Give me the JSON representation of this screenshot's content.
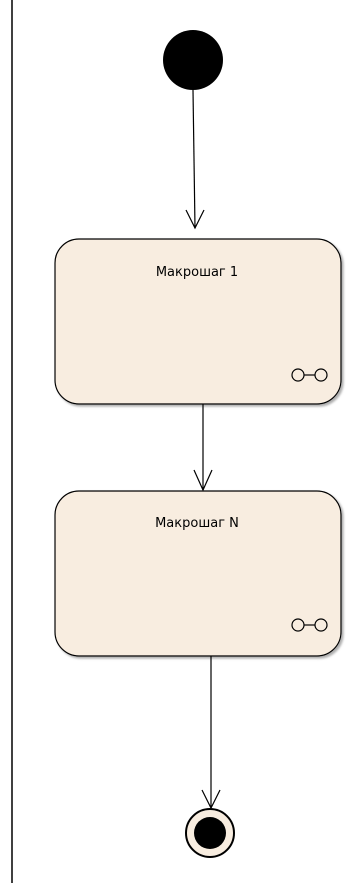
{
  "diagram": {
    "type": "activity",
    "nodes": [
      {
        "id": "initial",
        "kind": "initial-node"
      },
      {
        "id": "macro1",
        "kind": "composite-activity",
        "label": "Макрошаг 1"
      },
      {
        "id": "macroN",
        "kind": "composite-activity",
        "label": "Макрошаг N"
      },
      {
        "id": "final",
        "kind": "final-node"
      }
    ],
    "edges": [
      {
        "from": "initial",
        "to": "macro1"
      },
      {
        "from": "macro1",
        "to": "macroN"
      },
      {
        "from": "macroN",
        "to": "final"
      }
    ]
  },
  "colors": {
    "activity_fill": "#f8ede0",
    "stroke": "#000000",
    "node_fill": "#000000",
    "final_ring_fill": "#f8ede0"
  },
  "icons": {
    "composite": "composite-activity-icon"
  }
}
